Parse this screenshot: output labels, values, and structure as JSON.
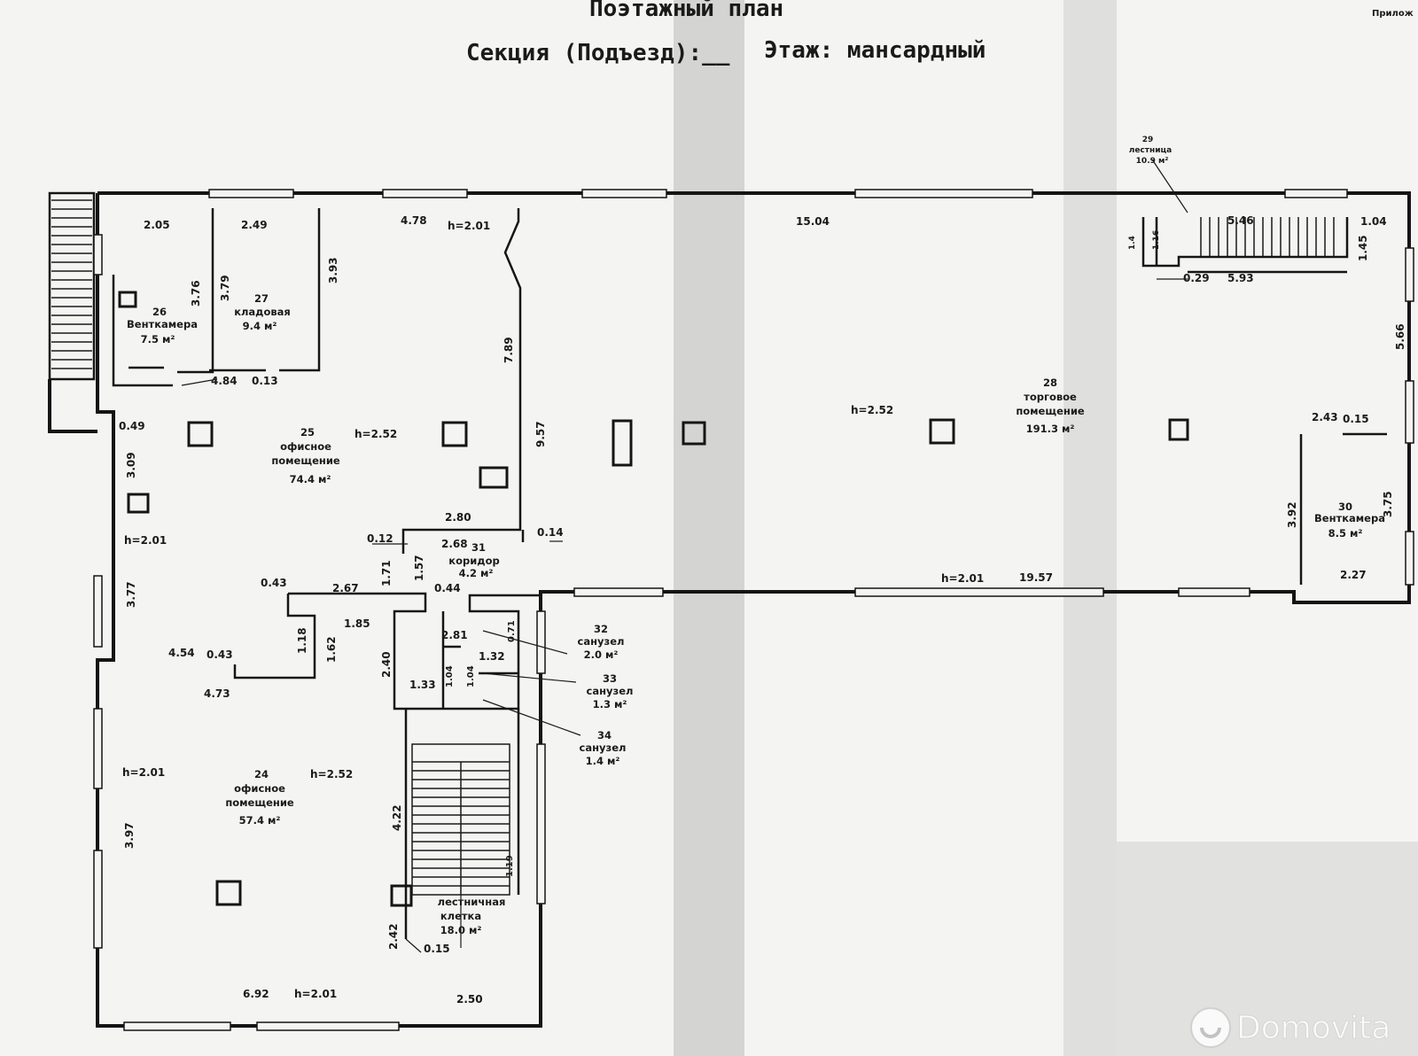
{
  "header": {
    "title": "Поэтажный план",
    "section_label": "Секция (Подъезд):__",
    "floor_label": "Этаж: мансардный",
    "corner_note": "Прилож"
  },
  "watermark": {
    "text": "Domovita"
  },
  "rooms": [
    {
      "id": "26",
      "name": "Венткамера",
      "area": "7.5 м²"
    },
    {
      "id": "27",
      "name": "кладовая",
      "area": "9.4 м²"
    },
    {
      "id": "25",
      "name": "офисное помещение",
      "area": "74.4 м²"
    },
    {
      "id": "28",
      "name": "торговое помещение",
      "area": "191.3 м²"
    },
    {
      "id": "29",
      "name": "лестница",
      "area": "10.9 м²"
    },
    {
      "id": "30",
      "name": "Венткамера",
      "area": "8.5 м²"
    },
    {
      "id": "31",
      "name": "коридор",
      "area": "4.2 м²"
    },
    {
      "id": "32",
      "name": "санузел",
      "area": "2.0 м²"
    },
    {
      "id": "33",
      "name": "санузел",
      "area": "1.3 м²"
    },
    {
      "id": "34",
      "name": "санузел",
      "area": "1.4 м²"
    },
    {
      "id": "24",
      "name": "офисное помещение",
      "area": "57.4 м²"
    },
    {
      "id": "",
      "name": "лестничная клетка",
      "area": "18.0 м²"
    }
  ],
  "dimensions": {
    "d_2_05": "2.05",
    "d_2_49": "2.49",
    "d_4_78": "4.78",
    "h_top": "h=2.01",
    "d_15_04": "15.04",
    "d_5_46": "5.46",
    "d_1_04": "1.04",
    "d_1_45": "1.45",
    "d_1_16": "1.16",
    "d_1_4": "1.4",
    "d_0_29": "0.29",
    "d_5_93": "5.93",
    "d_3_93": "3.93",
    "d_3_79": "3.79",
    "d_3_76": "3.76",
    "d_4_84": "4.84",
    "d_0_13": "0.13",
    "d_7_89": "7.89",
    "d_9_57": "9.57",
    "d_5_66": "5.66",
    "d_0_49": "0.49",
    "h_25": "h=2.52",
    "h_28": "h=2.52",
    "d_3_09": "3.09",
    "d_2_43": "2.43",
    "d_0_15a": "0.15",
    "d_2_80": "2.80",
    "d_0_12": "0.12",
    "d_2_68": "2.68",
    "d_0_14": "0.14",
    "h_left1": "h=2.01",
    "d_3_92": "3.92",
    "d_3_75": "3.75",
    "d_1_71": "1.71",
    "d_1_57": "1.57",
    "d_0_43a": "0.43",
    "d_2_67": "2.67",
    "d_0_44": "0.44",
    "h_mid": "h=2.01",
    "d_19_57": "19.57",
    "d_2_27": "2.27",
    "d_3_77": "3.77",
    "d_1_85": "1.85",
    "d_0_71": "0.71",
    "d_2_81": "2.81",
    "d_1_18": "1.18",
    "d_1_62": "1.62",
    "d_2_40": "2.40",
    "d_1_32": "1.32",
    "d_4_54": "4.54",
    "d_0_43b": "0.43",
    "d_4_73": "4.73",
    "d_1_33": "1.33",
    "d_1_04b": "1.04",
    "d_1_04c": "1.04",
    "h_left2": "h=2.01",
    "h_24": "h=2.52",
    "d_3_97": "3.97",
    "d_4_22": "4.22",
    "d_1_19": "1.19",
    "d_2_42": "2.42",
    "d_0_15b": "0.15",
    "d_6_92": "6.92",
    "h_bottom": "h=2.01",
    "d_2_50": "2.50"
  }
}
